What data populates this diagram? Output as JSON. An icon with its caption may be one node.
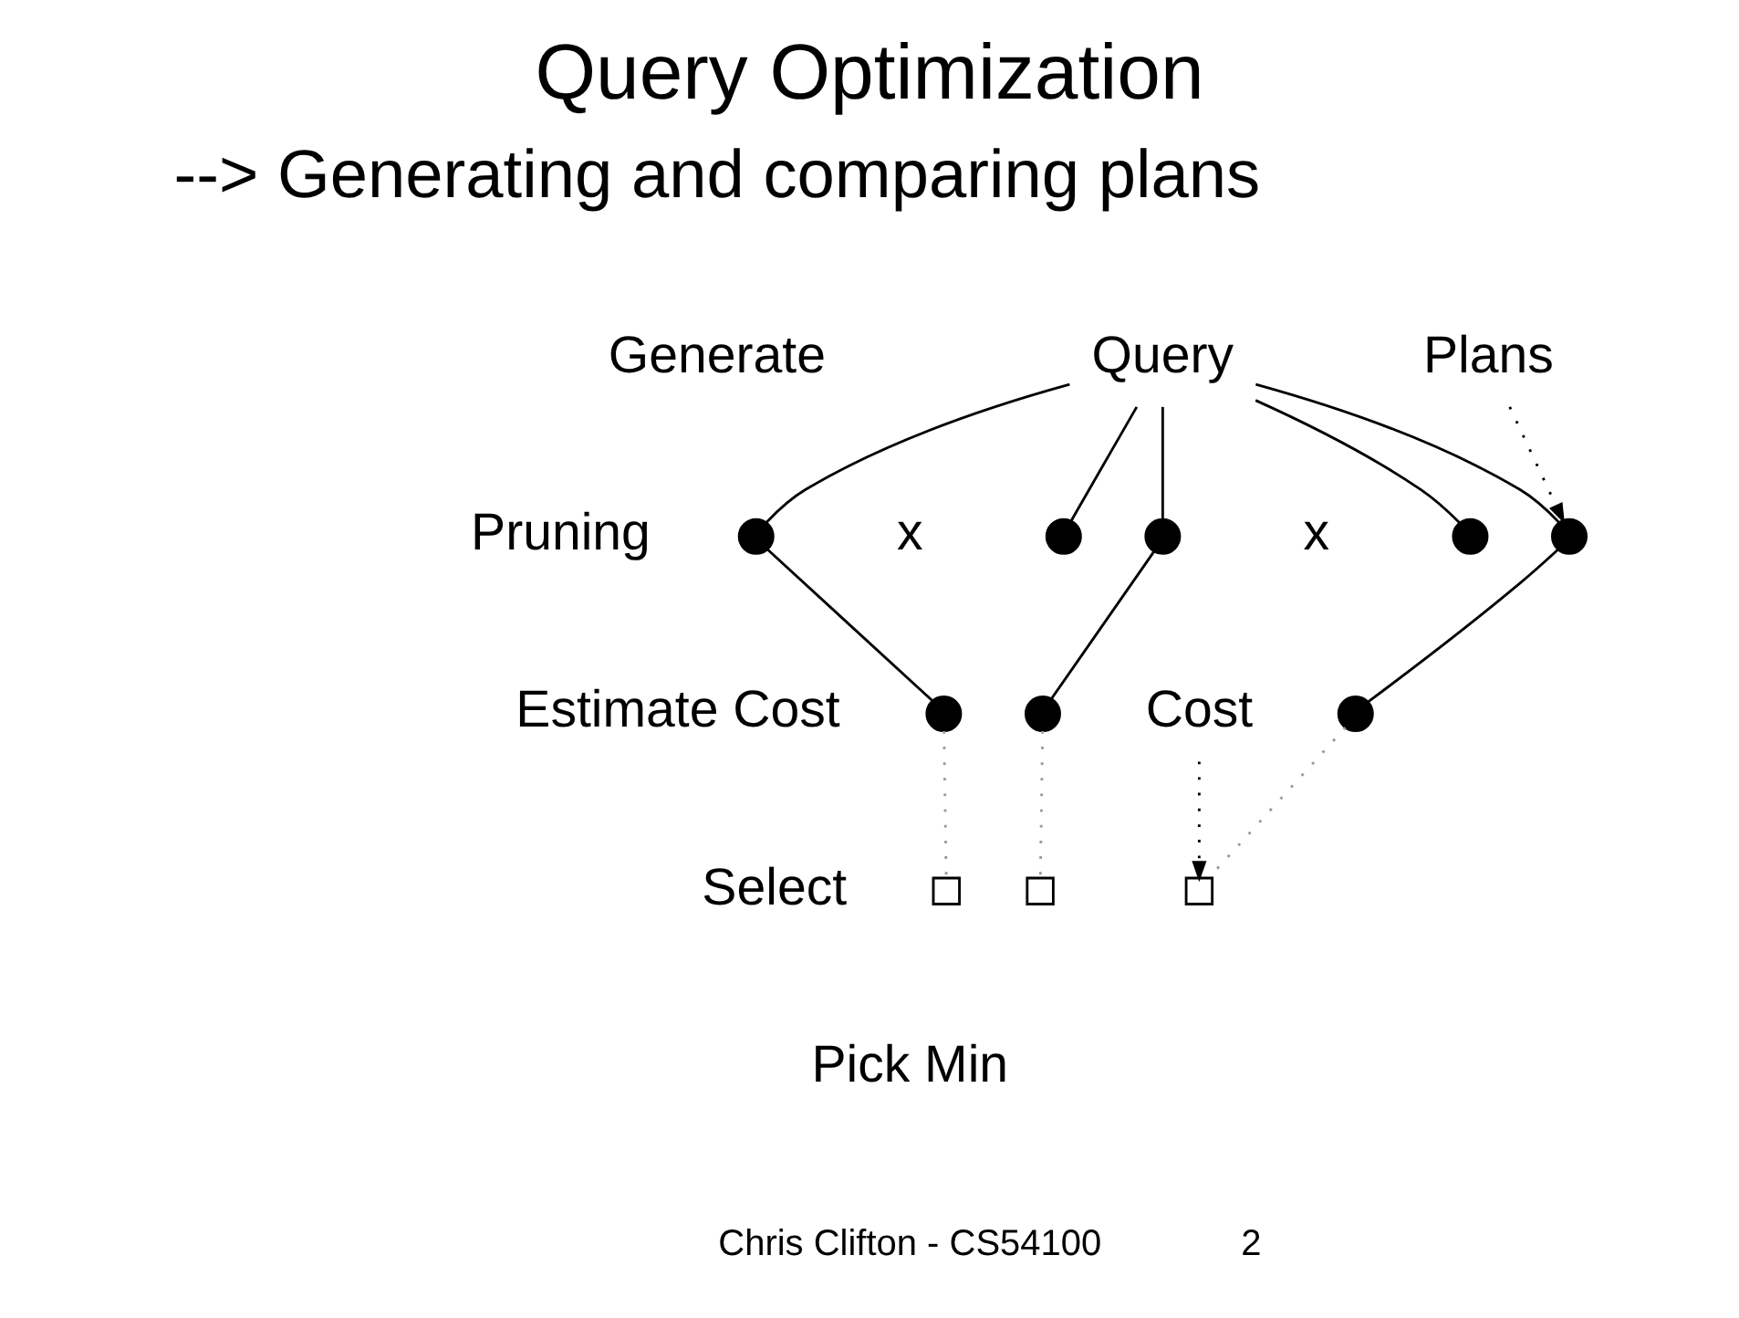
{
  "diagram": {
    "title": "Query Optimization",
    "nodes": [
      {
        "text": [
          "Query"
        ]
      },
      {
        "text": [],
        "shape": "circle"
      },
      {
        "text": [],
        "shape": "circle"
      },
      {
        "text": [],
        "shape": "circle"
      },
      {
        "text": [],
        "shape": "circle"
      },
      {
        "text": [],
        "shape": "circle"
      },
      {
        "text": [],
        "shape": "circle"
      },
      {
        "text": [],
        "shape": "circle"
      },
      {
        "text": [],
        "shape": "circle"
      },
      {
        "text": [],
        "shape": "box"
      },
      {
        "text": [],
        "shape": "box"
      },
      {
        "text": [],
        "shape": "box"
      },
      {
        "text": [
          "Plans"
        ]
      },
      {
        "text": [
          "Cost"
        ]
      }
    ],
    "edges": [
      {
        "from": 0,
        "to": 1,
        "arrow": "none"
      },
      {
        "from": 0,
        "to": 2,
        "arrow": "none"
      },
      {
        "from": 0,
        "to": 3,
        "arrow": "none"
      },
      {
        "from": 0,
        "to": 4,
        "arrow": "none"
      },
      {
        "from": 0,
        "to": 5,
        "arrow": "none"
      },
      {
        "from": 1,
        "to": 6,
        "arrow": "none"
      },
      {
        "from": 3,
        "to": 7,
        "arrow": "none"
      },
      {
        "from": 5,
        "to": 8,
        "arrow": "none"
      },
      {
        "from": 6,
        "to": 9,
        "arrow": "none",
        "style": "dashed",
        "color": "#999999"
      },
      {
        "from": 7,
        "to": 10,
        "arrow": "none",
        "style": "dashed",
        "color": "#999999"
      },
      {
        "from": 8,
        "to": 11,
        "arrow": "none",
        "style": "dashed",
        "color": "#999999"
      },
      {
        "from": 12,
        "to": 5,
        "arrow": "to",
        "style": "dashed"
      },
      {
        "from": 13,
        "to": 11,
        "arrow": "to",
        "style": "dashed"
      }
    ],
    "labels": [
      "--> Generating and comparing plans",
      "Generate",
      "Pruning",
      "x",
      "x",
      "Estimate Cost",
      "Select",
      "Pick Min",
      "Chris Clifton - CS54100",
      "2"
    ]
  }
}
